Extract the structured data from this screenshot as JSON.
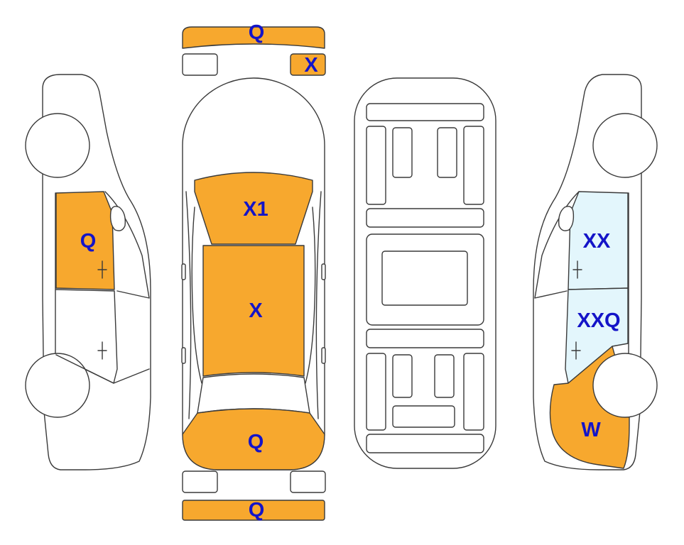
{
  "colors": {
    "damage_orange": "#F7A82E",
    "damage_lightblue": "#E3F6FC",
    "label_blue": "#1414C8",
    "outline": "#3A3A3A"
  },
  "labels": {
    "front_bumper": "Q",
    "left_headlight": "",
    "right_headlight": "X",
    "hood": "X1",
    "roof": "X",
    "trunk": "Q",
    "rear_bumper": "Q",
    "left_front_door": "Q",
    "right_front_door": "XX",
    "right_rear_door": "XXQ",
    "right_rear_quarter": "W"
  }
}
